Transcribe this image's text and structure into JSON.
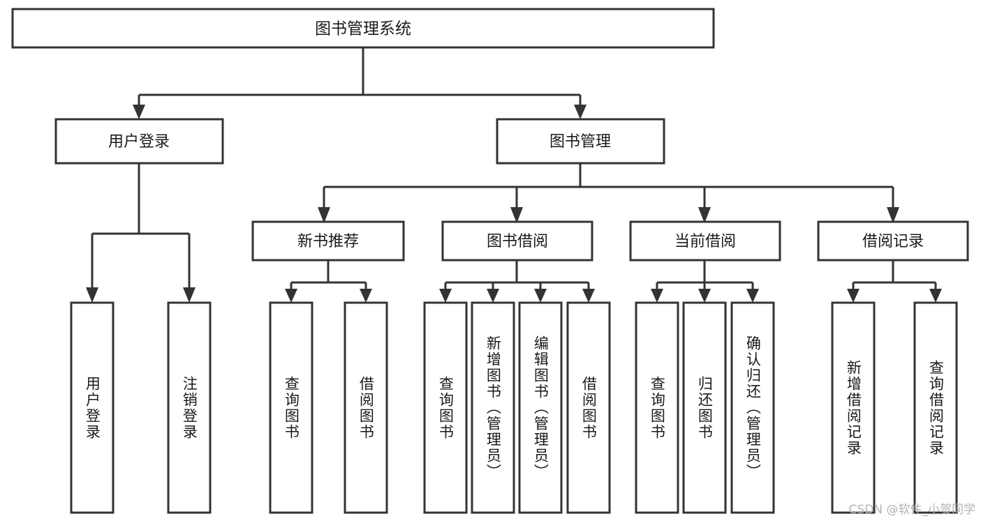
{
  "diagram": {
    "type": "tree",
    "title": "图书管理系统",
    "watermark": "CSDN @软件_小贺同学",
    "colors": {
      "box_stroke": "#333333",
      "box_fill": "#ffffff",
      "text": "#1a1a1a",
      "background": "#ffffff",
      "watermark": "#b3b3b3"
    },
    "root": {
      "label": "图书管理系统"
    },
    "level2": [
      {
        "label": "用户登录"
      },
      {
        "label": "图书管理"
      }
    ],
    "level3": [
      {
        "label": "新书推荐"
      },
      {
        "label": "图书借阅"
      },
      {
        "label": "当前借阅"
      },
      {
        "label": "借阅记录"
      }
    ],
    "leaves": {
      "user_login": [
        {
          "label": "用户登录"
        },
        {
          "label": "注销登录"
        }
      ],
      "new_book": [
        {
          "label": "查询图书"
        },
        {
          "label": "借阅图书"
        }
      ],
      "book_borrow": [
        {
          "label": "查询图书"
        },
        {
          "label": "新增图书（管理员）"
        },
        {
          "label": "编辑图书（管理员）"
        },
        {
          "label": "借阅图书"
        }
      ],
      "current_borrow": [
        {
          "label": "查询图书"
        },
        {
          "label": "归还图书"
        },
        {
          "label": "确认归还（管理员）"
        }
      ],
      "borrow_record": [
        {
          "label": "新增借阅记录"
        },
        {
          "label": "查询借阅记录"
        }
      ]
    }
  }
}
